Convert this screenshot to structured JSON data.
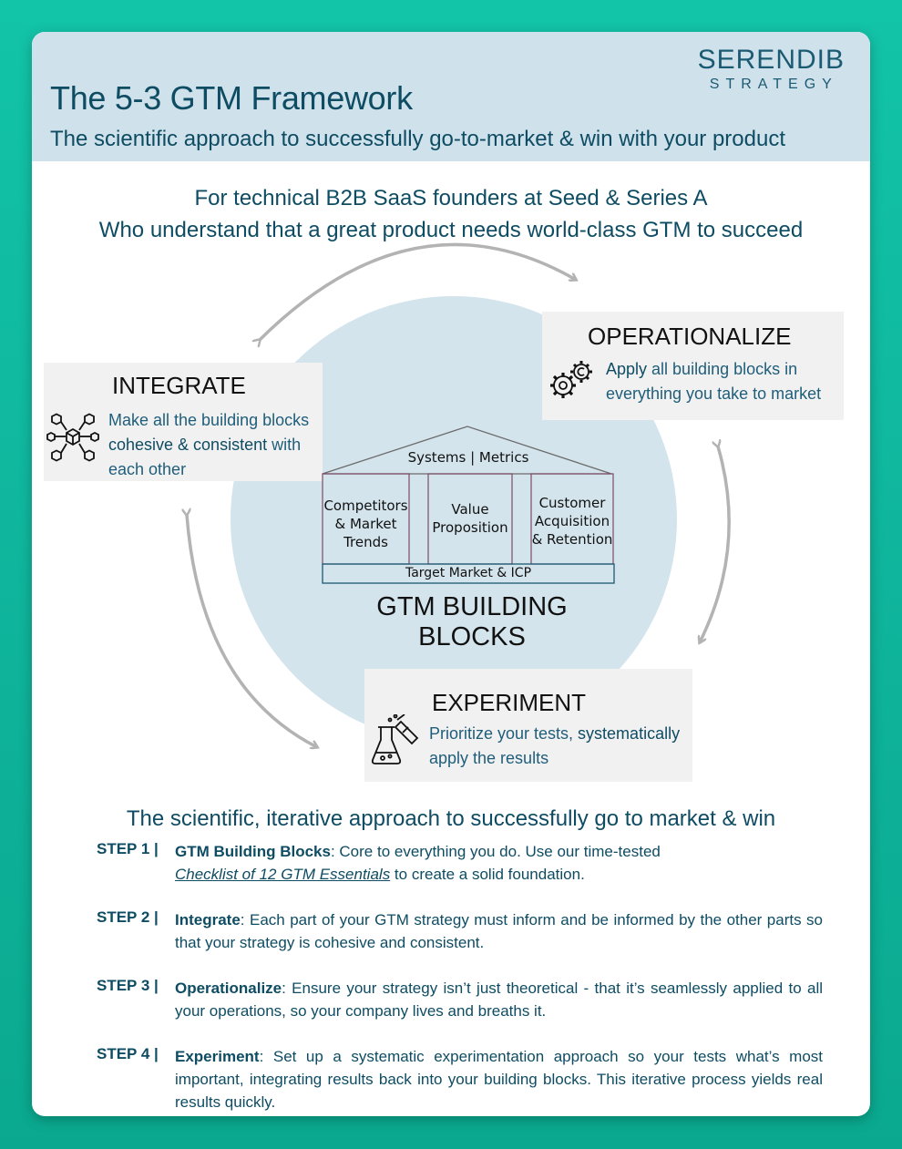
{
  "header": {
    "title": "The 5-3 GTM Framework",
    "subtitle": "The scientific approach to successfully go-to-market & win with your product",
    "brand_main": "SERENDIB",
    "brand_sub": "STRATEGY"
  },
  "intro": {
    "line1": "For technical B2B SaaS founders at Seed & Series A",
    "line2": "Who understand that a great product needs world-class GTM to succeed"
  },
  "stages": {
    "integrate": {
      "title": "INTEGRATE",
      "text_1": "Make all the building blocks",
      "text_2_bold": "cohesive & consistent",
      "text_2_rest": " with",
      "text_3": "each other",
      "icon": "network-cubes-icon"
    },
    "operationalize": {
      "title": "OPERATIONALIZE",
      "text_1_bold": "Apply",
      "text_1_rest": " all building blocks in",
      "text_2": "everything you take to market",
      "icon": "gears-icon"
    },
    "experiment": {
      "title": "EXPERIMENT",
      "text_1": "Prioritize your tests, ",
      "text_1_bold": "systematically",
      "text_2": "apply the results",
      "icon": "lab-flask-icon"
    }
  },
  "building_blocks": {
    "roof": "Systems | Metrics",
    "pillars": [
      [
        "Competitors",
        "& Market",
        "Trends"
      ],
      [
        "Value",
        "Proposition"
      ],
      [
        "Customer",
        "Acquisition",
        "& Retention"
      ]
    ],
    "base": "Target Market & ICP",
    "title": "GTM BUILDING BLOCKS"
  },
  "steps_title": "The scientific, iterative approach to successfully go to market & win",
  "steps": [
    {
      "label": "STEP 1 |",
      "keyword": "GTM Building Blocks",
      "text_a": ": Core to everything you do. Use our time-tested ",
      "link": "Checklist of 12 GTM Essentials",
      "text_b": " to create a solid foundation."
    },
    {
      "label": "STEP 2 |",
      "keyword": "Integrate",
      "text_a": ": Each part of your GTM strategy must inform and be informed by the other parts so that your strategy is cohesive and consistent."
    },
    {
      "label": "STEP 3 |",
      "keyword": "Operationalize",
      "text_a": ": Ensure your strategy isn’t just theoretical - that it’s seamlessly applied to all your operations, so your company lives and breaths it."
    },
    {
      "label": "STEP 4 |",
      "keyword": "Experiment",
      "text_a": ": Set up a systematic experimentation approach so your tests what’s most important, integrating results back into your building blocks. This iterative process yields real results quickly."
    }
  ],
  "colors": {
    "background": "#12c4a8",
    "header_band": "#cfe1ea",
    "circle": "#d3e4ec",
    "box": "#f2f1f1",
    "text_dark_teal": "#0e4c63",
    "arrow": "#b3b3b3"
  }
}
